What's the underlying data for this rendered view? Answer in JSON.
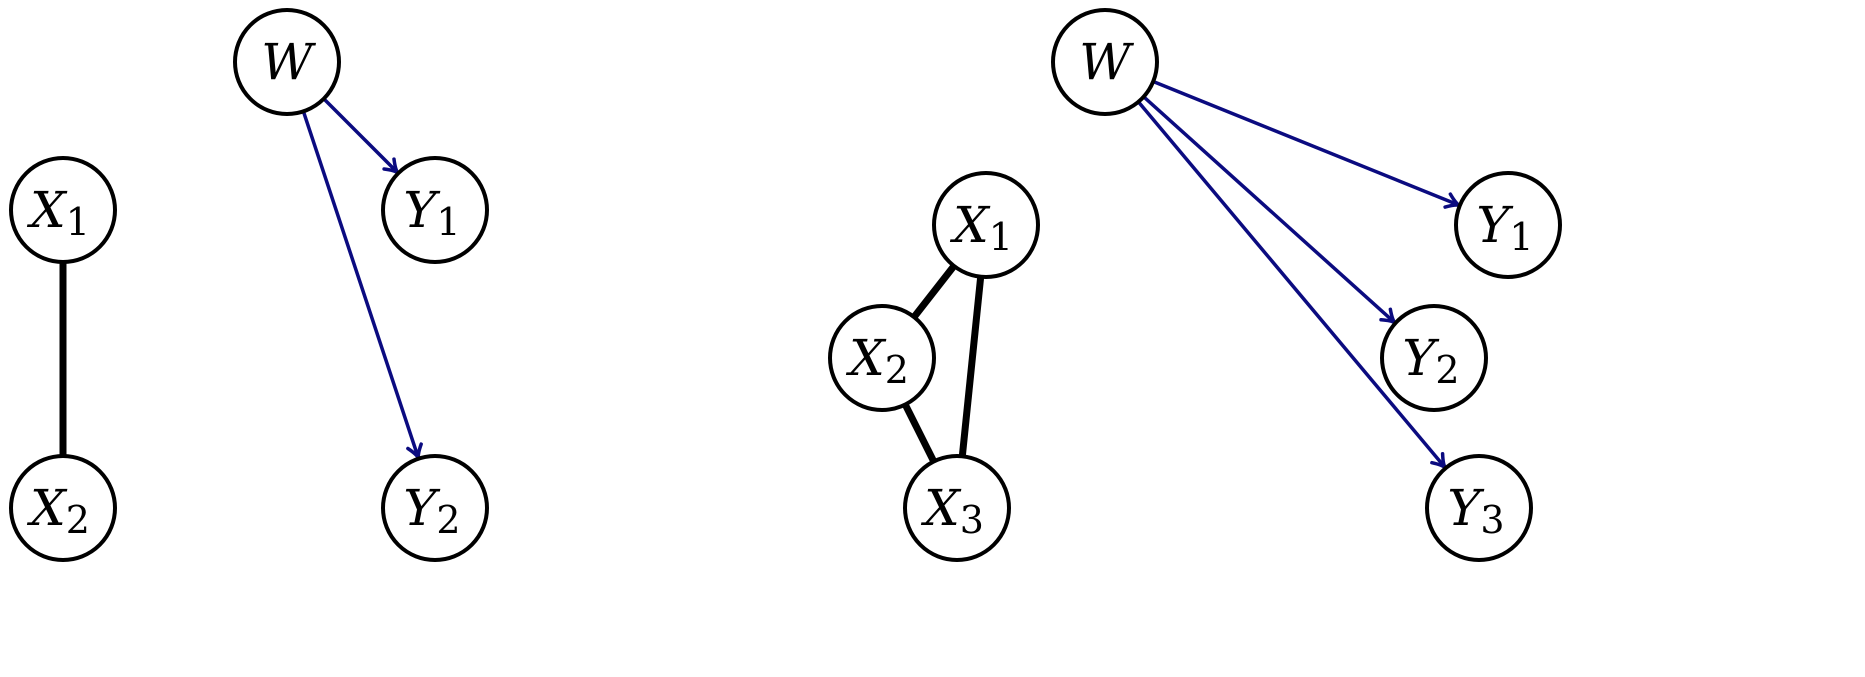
{
  "colors": {
    "node_stroke": "#000000",
    "undirected_edge": "#000000",
    "directed_edge": "#0b0b80",
    "background": "#ffffff"
  },
  "graphs": [
    {
      "nodes": [
        {
          "id": "g1-w",
          "base": "W",
          "sub": ""
        },
        {
          "id": "g1-x1",
          "base": "X",
          "sub": "1"
        },
        {
          "id": "g1-x2",
          "base": "X",
          "sub": "2"
        },
        {
          "id": "g1-y1",
          "base": "Y",
          "sub": "1"
        },
        {
          "id": "g1-y2",
          "base": "Y",
          "sub": "2"
        }
      ],
      "edges": [
        {
          "from": "g1-x1",
          "to": "g1-x2",
          "directed": false
        },
        {
          "from": "g1-w",
          "to": "g1-y1",
          "directed": true
        },
        {
          "from": "g1-w",
          "to": "g1-y2",
          "directed": true
        }
      ]
    },
    {
      "nodes": [
        {
          "id": "g2-w",
          "base": "W",
          "sub": ""
        },
        {
          "id": "g2-x1",
          "base": "X",
          "sub": "1"
        },
        {
          "id": "g2-x2",
          "base": "X",
          "sub": "2"
        },
        {
          "id": "g2-x3",
          "base": "X",
          "sub": "3"
        },
        {
          "id": "g2-y1",
          "base": "Y",
          "sub": "1"
        },
        {
          "id": "g2-y2",
          "base": "Y",
          "sub": "2"
        },
        {
          "id": "g2-y3",
          "base": "Y",
          "sub": "3"
        }
      ],
      "edges": [
        {
          "from": "g2-x1",
          "to": "g2-x2",
          "directed": false
        },
        {
          "from": "g2-x1",
          "to": "g2-x3",
          "directed": false
        },
        {
          "from": "g2-x2",
          "to": "g2-x3",
          "directed": false
        },
        {
          "from": "g2-w",
          "to": "g2-y1",
          "directed": true
        },
        {
          "from": "g2-w",
          "to": "g2-y2",
          "directed": true
        },
        {
          "from": "g2-w",
          "to": "g2-y3",
          "directed": true
        }
      ]
    }
  ]
}
